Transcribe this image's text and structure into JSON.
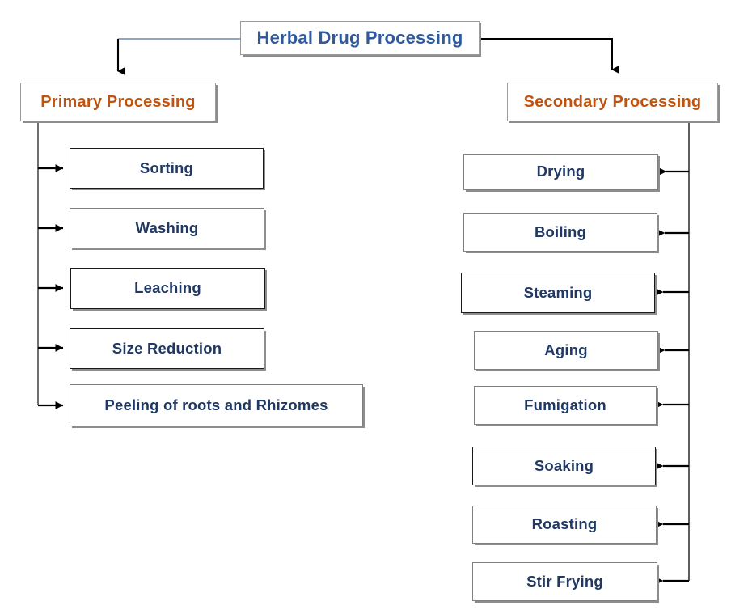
{
  "diagram": {
    "title": "Herbal Drug Processing",
    "root": {
      "label": "Herbal Drug Processing",
      "text_color": "#2f5b9e"
    },
    "branches": [
      {
        "id": "primary",
        "label": "Primary Processing",
        "text_color": "#c0540f",
        "steps": [
          {
            "label": "Sorting"
          },
          {
            "label": "Washing"
          },
          {
            "label": "Leaching"
          },
          {
            "label": "Size Reduction"
          },
          {
            "label": "Peeling of roots and Rhizomes"
          }
        ]
      },
      {
        "id": "secondary",
        "label": "Secondary Processing",
        "text_color": "#c0540f",
        "steps": [
          {
            "label": "Drying"
          },
          {
            "label": "Boiling"
          },
          {
            "label": "Steaming"
          },
          {
            "label": "Aging"
          },
          {
            "label": "Fumigation"
          },
          {
            "label": "Soaking"
          },
          {
            "label": "Roasting"
          },
          {
            "label": "Stir Frying"
          }
        ]
      }
    ],
    "colors": {
      "step_text": "#1f3864",
      "category_text": "#c0540f",
      "root_text": "#2f5b9e",
      "connector_dark": "#000000",
      "connector_light": "#4a6fa5",
      "box_border_gray": "#9c9c9c",
      "box_border_dark": "#1a1a1a",
      "background": "#ffffff"
    }
  }
}
